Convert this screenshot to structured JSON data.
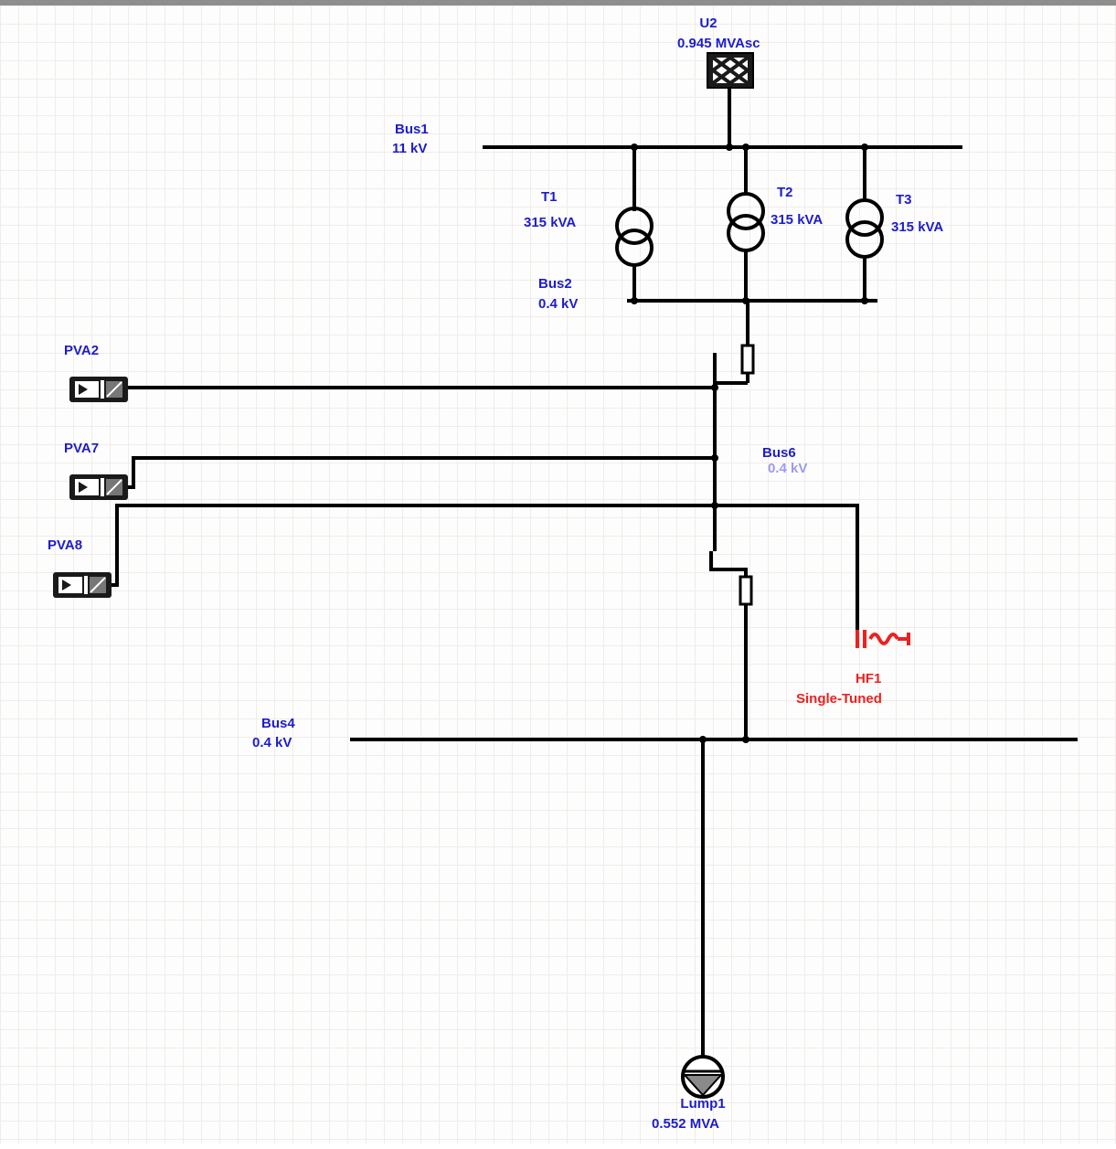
{
  "colors": {
    "wire": "#000000",
    "label": "#1c1ccf",
    "muted_label": "#9b9bee",
    "filter": "#ee2020"
  },
  "utility": {
    "name": "U2",
    "rating": "0.945 MVAsc"
  },
  "buses": {
    "bus1": {
      "name": "Bus1",
      "voltage": "11 kV"
    },
    "bus2": {
      "name": "Bus2",
      "voltage": "0.4 kV"
    },
    "bus6": {
      "name": "Bus6",
      "voltage": "0.4 kV"
    },
    "bus4": {
      "name": "Bus4",
      "voltage": "0.4 kV"
    }
  },
  "transformers": [
    {
      "name": "T1",
      "rating": "315 kVA"
    },
    {
      "name": "T2",
      "rating": "315 kVA"
    },
    {
      "name": "T3",
      "rating": "315 kVA"
    }
  ],
  "pv_arrays": [
    {
      "name": "PVA2"
    },
    {
      "name": "PVA7"
    },
    {
      "name": "PVA8"
    }
  ],
  "harmonic_filter": {
    "name": "HF1",
    "type": "Single-Tuned"
  },
  "load": {
    "name": "Lump1",
    "rating": "0.552 MVA"
  }
}
